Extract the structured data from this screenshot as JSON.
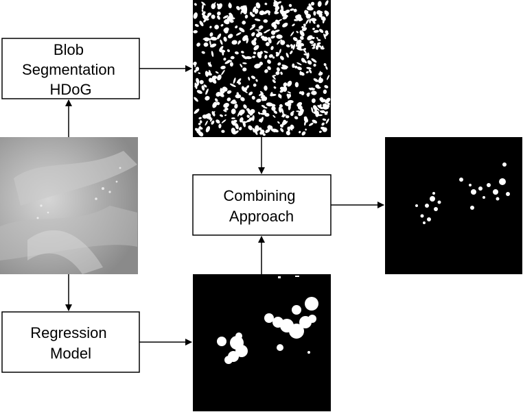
{
  "boxes": {
    "blob": {
      "lines": [
        "Blob",
        "Segmentation",
        "HDoG"
      ]
    },
    "combining": {
      "lines": [
        "Combining",
        "Approach"
      ]
    },
    "regression": {
      "lines": [
        "Regression",
        "Model"
      ]
    }
  },
  "colors": {
    "stroke": "#000000",
    "background": "#ffffff",
    "mask_bg": "#000000",
    "mask_fg": "#ffffff"
  }
}
